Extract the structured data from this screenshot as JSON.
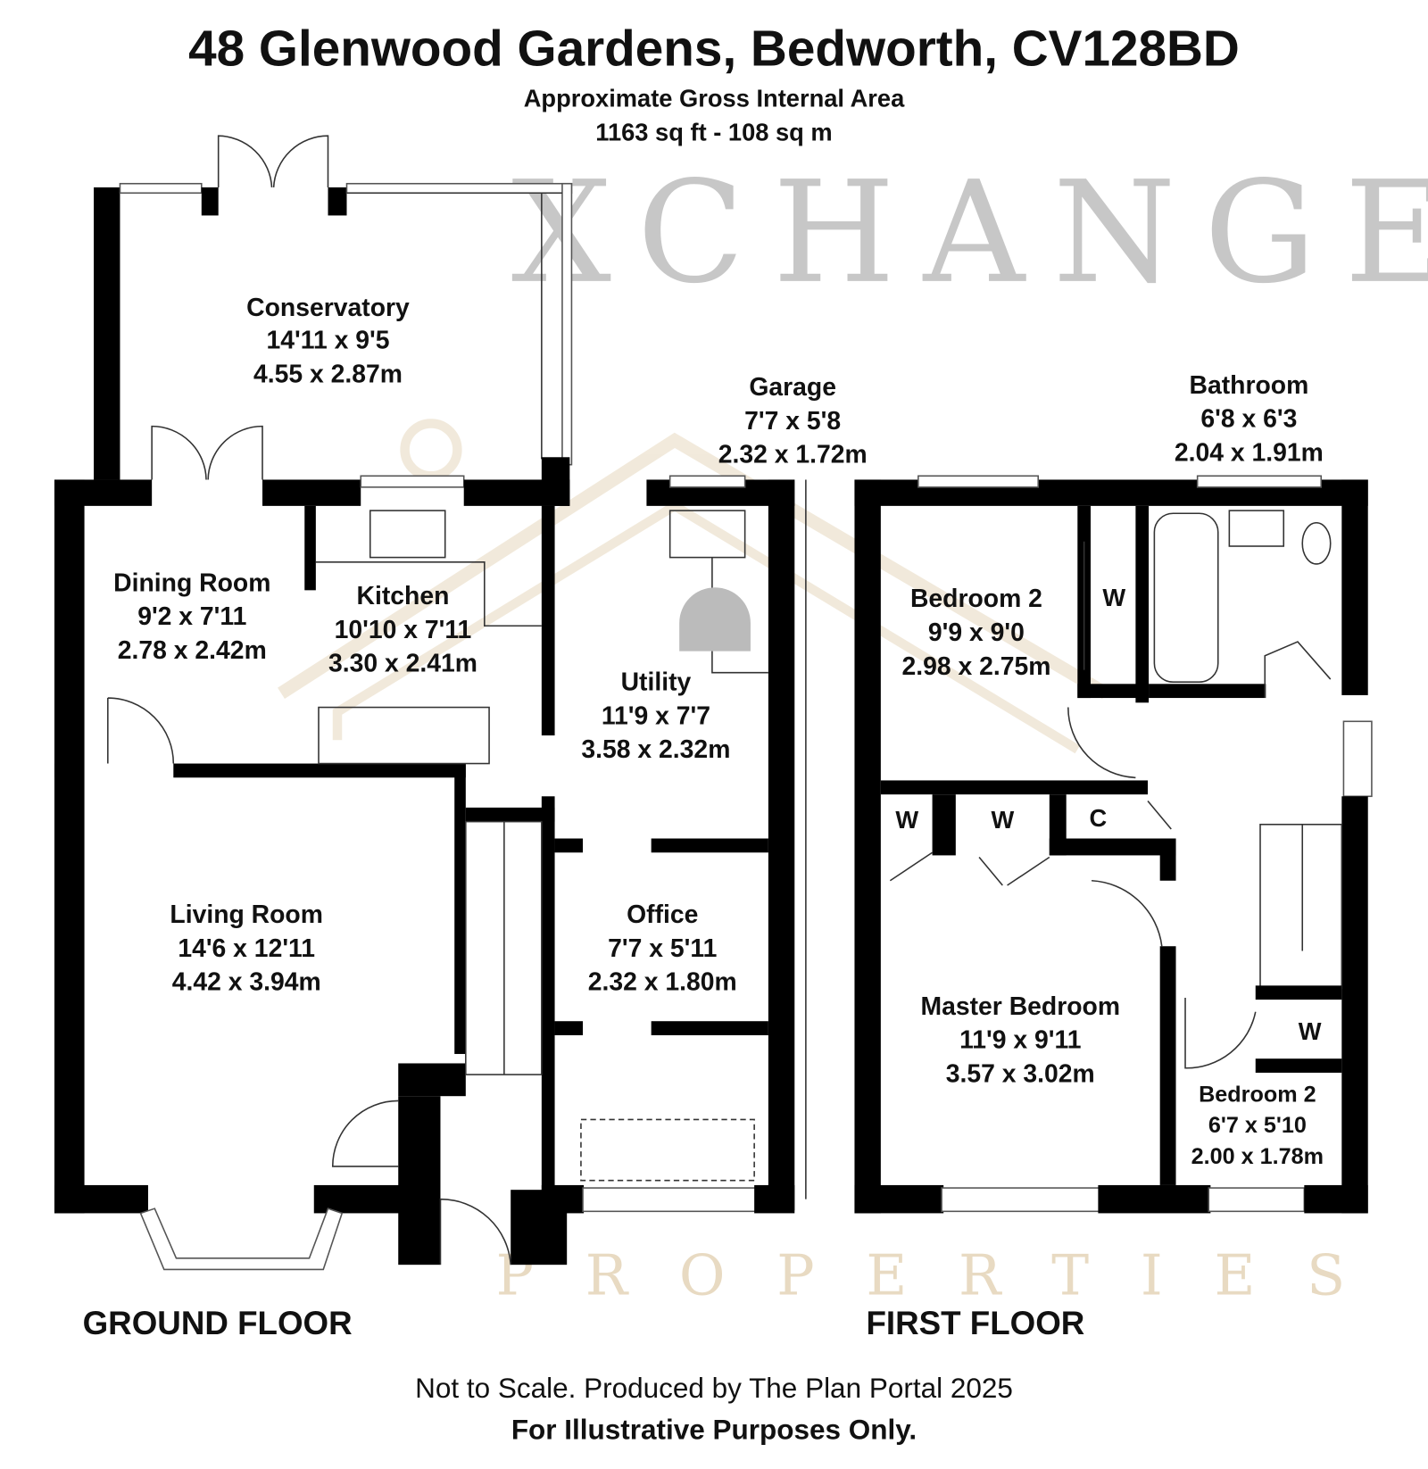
{
  "title": "48 Glenwood Gardens, Bedworth, CV128BD",
  "subtitle": "Approximate Gross Internal Area",
  "area": "1163 sq ft - 108 sq m",
  "watermark": {
    "main": "XCHANGE",
    "sub": "PROPERTIES"
  },
  "ground_floor": {
    "label": "GROUND FLOOR",
    "rooms": [
      {
        "name": "Conservatory",
        "imperial": "14'11 x 9'5",
        "metric": "4.55 x 2.87m"
      },
      {
        "name": "Dining Room",
        "imperial": "9'2 x 7'11",
        "metric": "2.78 x 2.42m"
      },
      {
        "name": "Kitchen",
        "imperial": "10'10 x 7'11",
        "metric": "3.30 x 2.41m"
      },
      {
        "name": "Garage",
        "imperial": "7'7 x 5'8",
        "metric": "2.32 x 1.72m"
      },
      {
        "name": "Utility",
        "imperial": "11'9 x 7'7",
        "metric": "3.58 x 2.32m"
      },
      {
        "name": "Living Room",
        "imperial": "14'6 x 12'11",
        "metric": "4.42 x 3.94m"
      },
      {
        "name": "Office",
        "imperial": "7'7 x 5'11",
        "metric": "2.32 x 1.80m"
      }
    ]
  },
  "first_floor": {
    "label": "FIRST FLOOR",
    "rooms": [
      {
        "name": "Bathroom",
        "imperial": "6'8 x 6'3",
        "metric": "2.04 x 1.91m"
      },
      {
        "name": "Bedroom 2",
        "imperial": "9'9 x 9'0",
        "metric": "2.98 x 2.75m"
      },
      {
        "name": "Master Bedroom",
        "imperial": "11'9 x 9'11",
        "metric": "3.57 x 3.02m"
      },
      {
        "name": "Bedroom 2",
        "imperial": "6'7 x 5'10",
        "metric": "2.00 x 1.78m"
      }
    ],
    "cupboards": [
      "W",
      "W",
      "W",
      "C",
      "W"
    ]
  },
  "footer": {
    "note": "Not to Scale. Produced by The Plan Portal 2025",
    "disclaimer": "For Illustrative Purposes Only."
  }
}
